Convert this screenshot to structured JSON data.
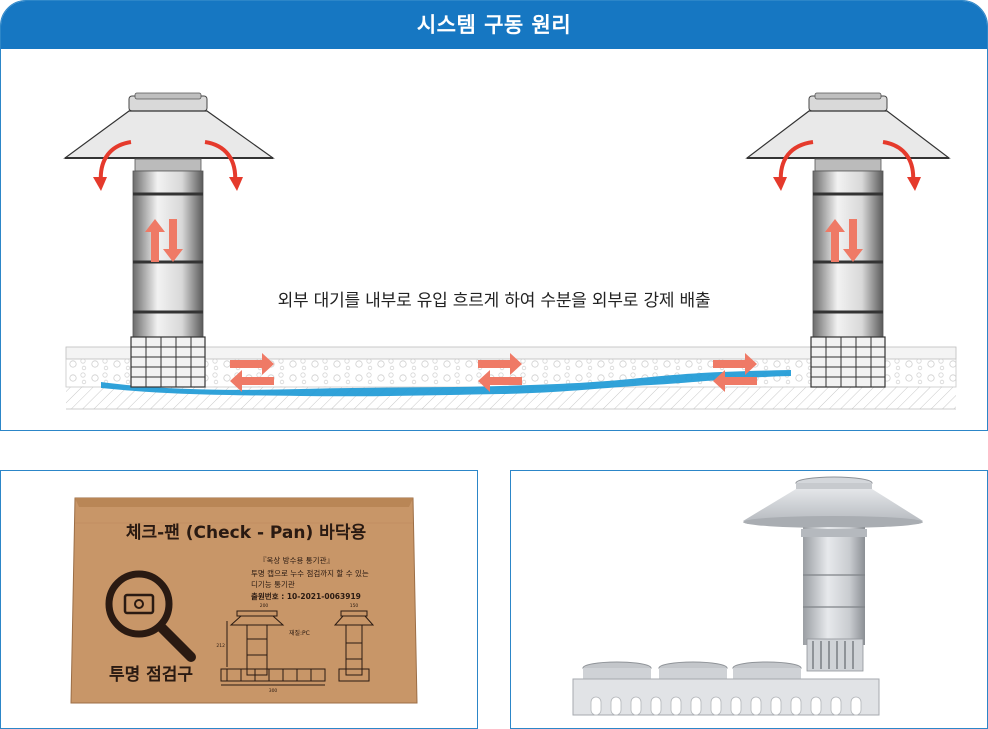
{
  "header": {
    "title": "시스템 구동 원리"
  },
  "diagram": {
    "caption": "외부 대기를 내부로 유입 흐르게 하여 수분을 외부로 강제 배출"
  },
  "box": {
    "title": "체크-팬 (Check - Pan) 바닥용",
    "product_line": "『옥상 방수용 통기관』",
    "desc_line1": "투명 캡으로 누수 점검까지 할 수 있는",
    "desc_line2": "디기능 통기관",
    "patent": "출원번호 : 10-2021-0063919",
    "material": "재질:PC",
    "inspect_label": "투명 점검구",
    "dim_top": "200",
    "dim_side": "212",
    "dim_bottom": "300",
    "dim_small": "150"
  },
  "colors": {
    "header": "#1677c2",
    "border": "#2c86c8",
    "arrow_red": "#e53a2c",
    "arrow_salmon": "#ef7a66",
    "water": "#1e9ad6",
    "cardboard": "#c89668"
  }
}
